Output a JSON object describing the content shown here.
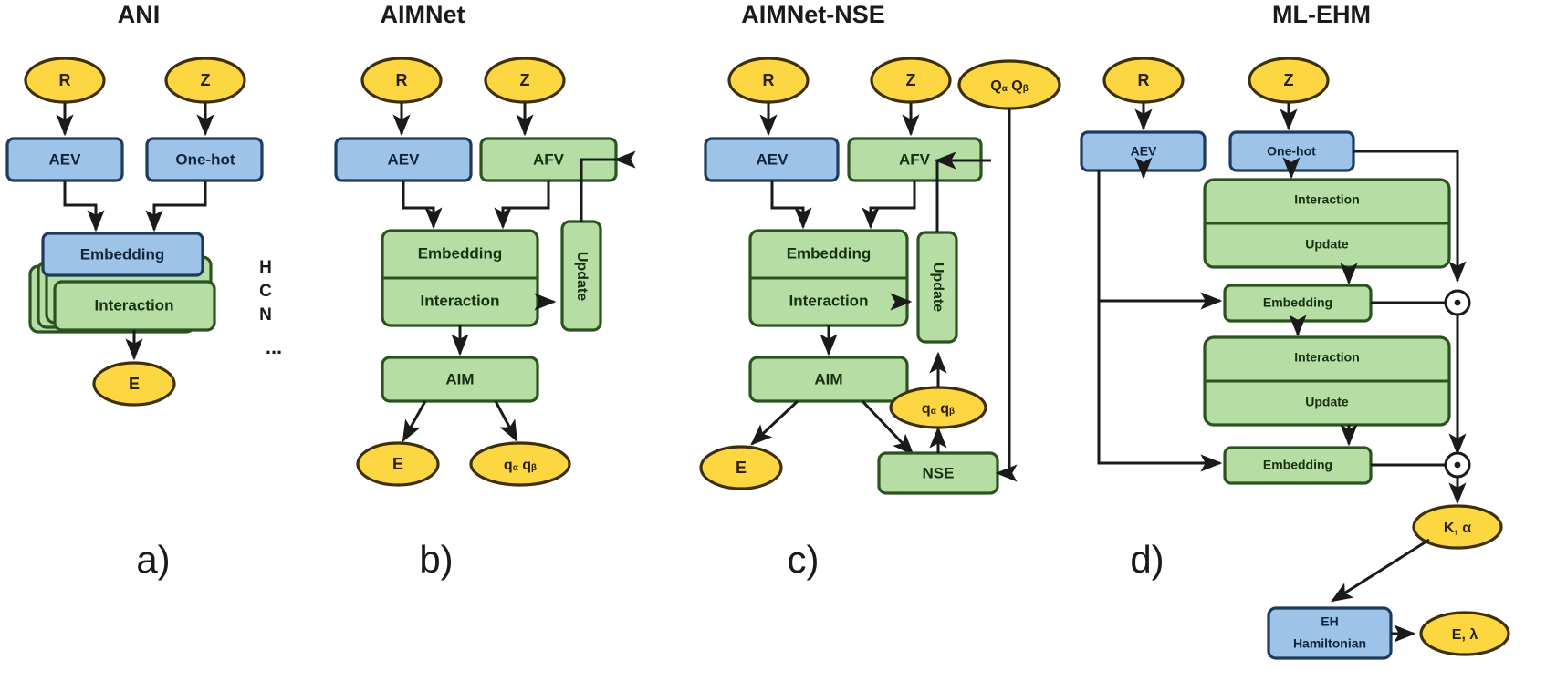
{
  "figure": {
    "kind": "neural-network-architecture-comparison",
    "background": "#ffffff"
  },
  "colors": {
    "blue_fill": "#9dc3e8",
    "blue_stroke": "#1f3b5c",
    "green_fill": "#b5dda4",
    "green_stroke": "#2b5320",
    "yellow_fill": "#fcd742",
    "yellow_stroke": "#3d2f06",
    "line": "#1a1a1a",
    "text_dark": "#1a1a1a"
  },
  "panels": [
    {
      "id": "ani",
      "title": "ANI",
      "letter": "a)",
      "nodes": {
        "input_r": "R",
        "input_z": "Z",
        "aev": "AEV",
        "onehot": "One-hot",
        "embedding": "Embedding",
        "interaction": "Interaction",
        "output_e": "E"
      },
      "legend": {
        "item1": "H",
        "item2": "C",
        "item3": "N",
        "ellipsis": "..."
      }
    },
    {
      "id": "aimnet",
      "title": "AIMNet",
      "letter": "b)",
      "nodes": {
        "input_r": "R",
        "input_z": "Z",
        "aev": "AEV",
        "afv": "AFV",
        "embedding": "Embedding",
        "interaction": "Interaction",
        "update": "Update",
        "aim": "AIM",
        "output_e": "E",
        "output_q": "qα qβ",
        "output_q_base1": "q",
        "output_q_sub1": "α",
        "output_q_base2": "q",
        "output_q_sub2": "β"
      }
    },
    {
      "id": "aimnet_nse",
      "title": "AIMNet-NSE",
      "letter": "c)",
      "nodes": {
        "input_r": "R",
        "input_z": "Z",
        "input_q_big": "Qα Qβ",
        "input_q_big_base1": "Q",
        "input_q_big_sub1": "α",
        "input_q_big_base2": "Q",
        "input_q_big_sub2": "β",
        "aev": "AEV",
        "afv": "AFV",
        "embedding": "Embedding",
        "interaction": "Interaction",
        "update": "Update",
        "aim": "AIM",
        "output_e": "E",
        "charges_q": "qα qβ",
        "charges_q_base1": "q",
        "charges_q_sub1": "α",
        "charges_q_base2": "q",
        "charges_q_sub2": "β",
        "nse": "NSE"
      }
    },
    {
      "id": "ml_ehm",
      "title": "ML-EHM",
      "letter": "d)",
      "nodes": {
        "input_r": "R",
        "input_z": "Z",
        "aev": "AEV",
        "onehot": "One-hot",
        "interaction1": "Interaction",
        "update1": "Update",
        "embedding1": "Embedding",
        "interaction2": "Interaction",
        "update2": "Update",
        "embedding2": "Embedding",
        "sum1": "⊙",
        "sum2": "⊙",
        "params_k_a": "K, α",
        "eh_hamiltonian_line1": "EH",
        "eh_hamiltonian_line2": "Hamiltonian",
        "output_e_lambda": "E, λ"
      }
    }
  ]
}
